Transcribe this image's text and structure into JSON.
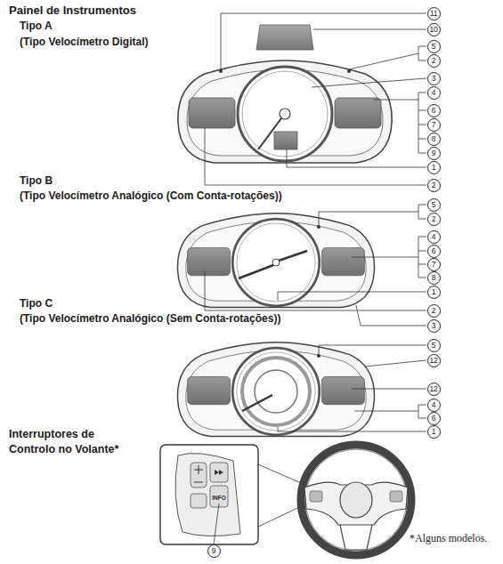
{
  "diagram": {
    "title": "Painel de Instrumentos",
    "labels": [
      "Tipo A",
      "(Tipo Velocímetro Digital)",
      "Tipo B",
      "(Tipo Velocímetro Analógico (Com Conta-rotações))",
      "Tipo C",
      "(Tipo Velocímetro Analógico (Sem Conta-rotações))",
      "Interruptores de Controlo no Volante*",
      "*Alguns modelos.",
      "INFO",
      "11",
      "10",
      "5",
      "2",
      "3",
      "4",
      "6",
      "7",
      "8",
      "9",
      "1",
      "2",
      "5",
      "2",
      "4",
      "6",
      "7",
      "8",
      "1",
      "2",
      "3",
      "5",
      "12",
      "12",
      "4",
      "6",
      "1",
      "9"
    ]
  }
}
